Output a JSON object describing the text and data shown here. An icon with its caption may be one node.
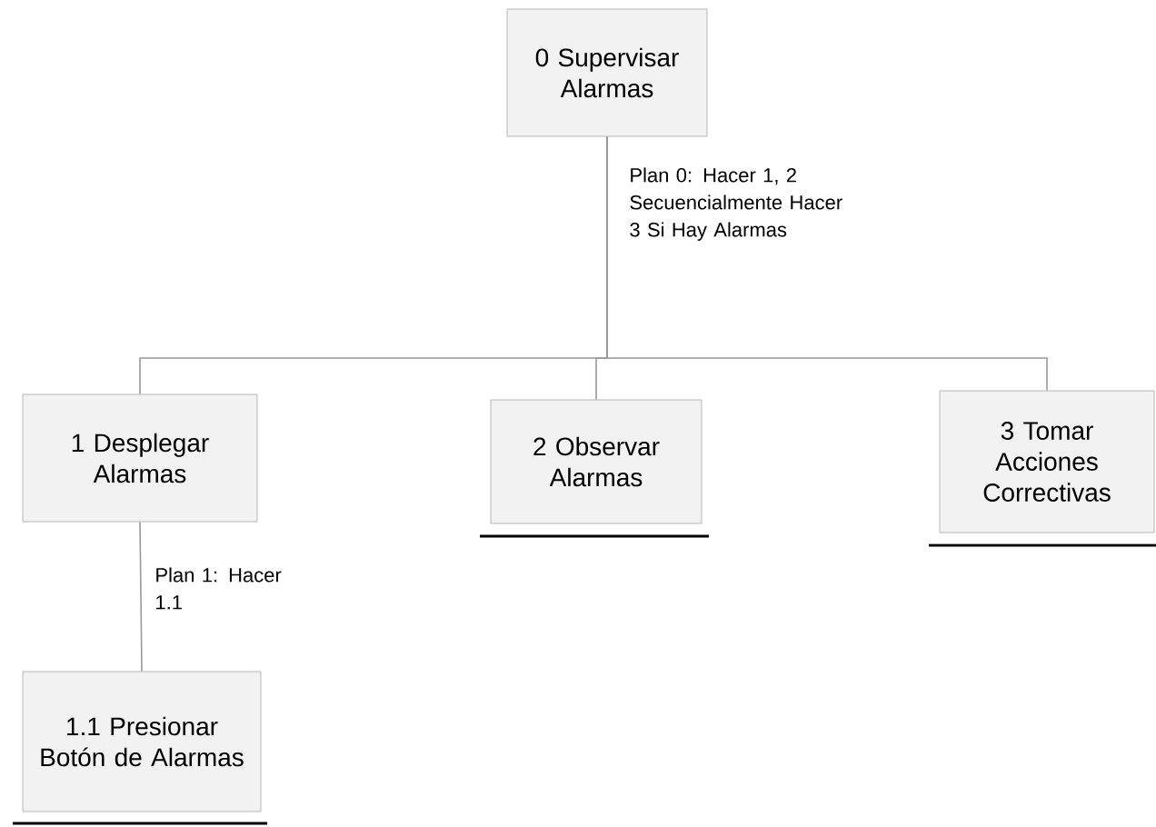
{
  "diagram": {
    "nodes": [
      {
        "text": [
          "0 Supervisar Alarmas"
        ],
        "beside": [
          "Plan 0: Hacer 1, 2 Secuencialmente Hacer 3 Si Hay Alarmas"
        ]
      },
      {
        "text": [
          "1 Desplegar Alarmas"
        ],
        "beside": [
          "Plan 1: Hacer 1.1"
        ]
      },
      {
        "text": [
          "2 Observar Alarmas"
        ]
      },
      {
        "text": [
          "3 Tomar Acciones Correctivas"
        ]
      },
      {
        "text": [
          "1.1 Presionar Botón de Alarmas"
        ]
      }
    ],
    "edges": [
      {
        "from": 0,
        "to": 1,
        "arrow": "none"
      },
      {
        "from": 0,
        "to": 2,
        "arrow": "none"
      },
      {
        "from": 0,
        "to": 3,
        "arrow": "none"
      },
      {
        "from": 1,
        "to": 4,
        "arrow": "none"
      }
    ]
  }
}
